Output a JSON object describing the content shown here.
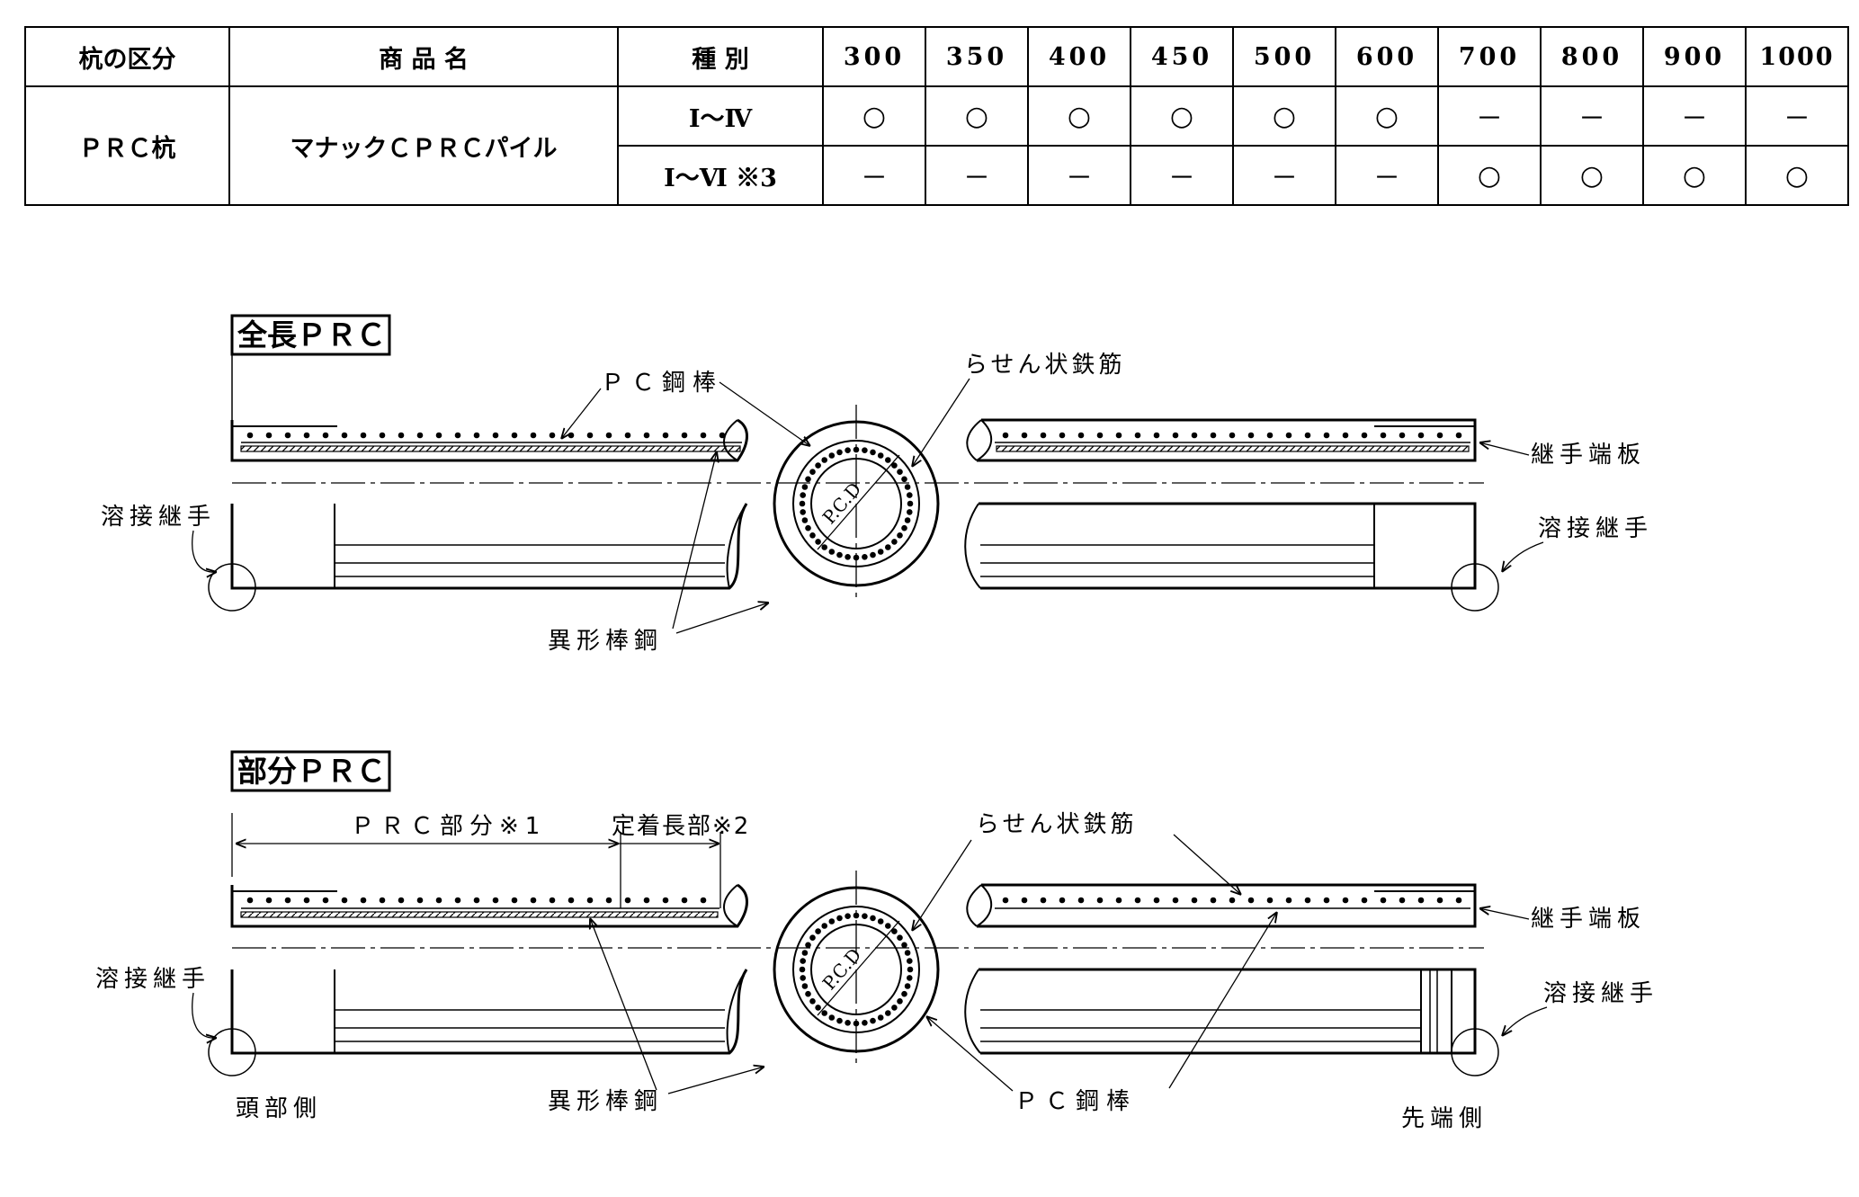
{
  "table": {
    "headers": {
      "kubun": "杭の区分",
      "product": "商 品 名",
      "type": "種 別",
      "sizes": [
        "300",
        "350",
        "400",
        "450",
        "500",
        "600",
        "700",
        "800",
        "900",
        "1000"
      ]
    },
    "row": {
      "kubun": "ＰＲＣ杭",
      "product": "マナックＣＰＲＣパイル",
      "types": [
        {
          "label": "Ⅰ～Ⅳ",
          "values": [
            "○",
            "○",
            "○",
            "○",
            "○",
            "○",
            "－",
            "－",
            "－",
            "－"
          ]
        },
        {
          "label": "Ⅰ～Ⅵ ※3",
          "values": [
            "－",
            "－",
            "－",
            "－",
            "－",
            "－",
            "○",
            "○",
            "○",
            "○"
          ]
        }
      ]
    }
  },
  "full_prc": {
    "title": "全長ＰＲＣ",
    "labels": {
      "pc_bar": "ＰＣ鋼棒",
      "spiral": "らせん状鉄筋",
      "end_plate": "継手端板",
      "weld_left": "溶接継手",
      "weld_right": "溶接継手",
      "deformed_bar": "異形棒鋼",
      "pcd": "P.C.D"
    }
  },
  "partial_prc": {
    "title": "部分ＰＲＣ",
    "labels": {
      "prc_part": "ＰＲＣ部分※1",
      "anchor": "定着長部※2",
      "spiral": "らせん状鉄筋",
      "end_plate": "継手端板",
      "weld_left": "溶接継手",
      "weld_right": "溶接継手",
      "head_side": "頭部側",
      "tip_side": "先端側",
      "deformed_bar": "異形棒鋼",
      "pc_bar": "ＰＣ鋼棒",
      "pcd": "P.C.D"
    }
  }
}
